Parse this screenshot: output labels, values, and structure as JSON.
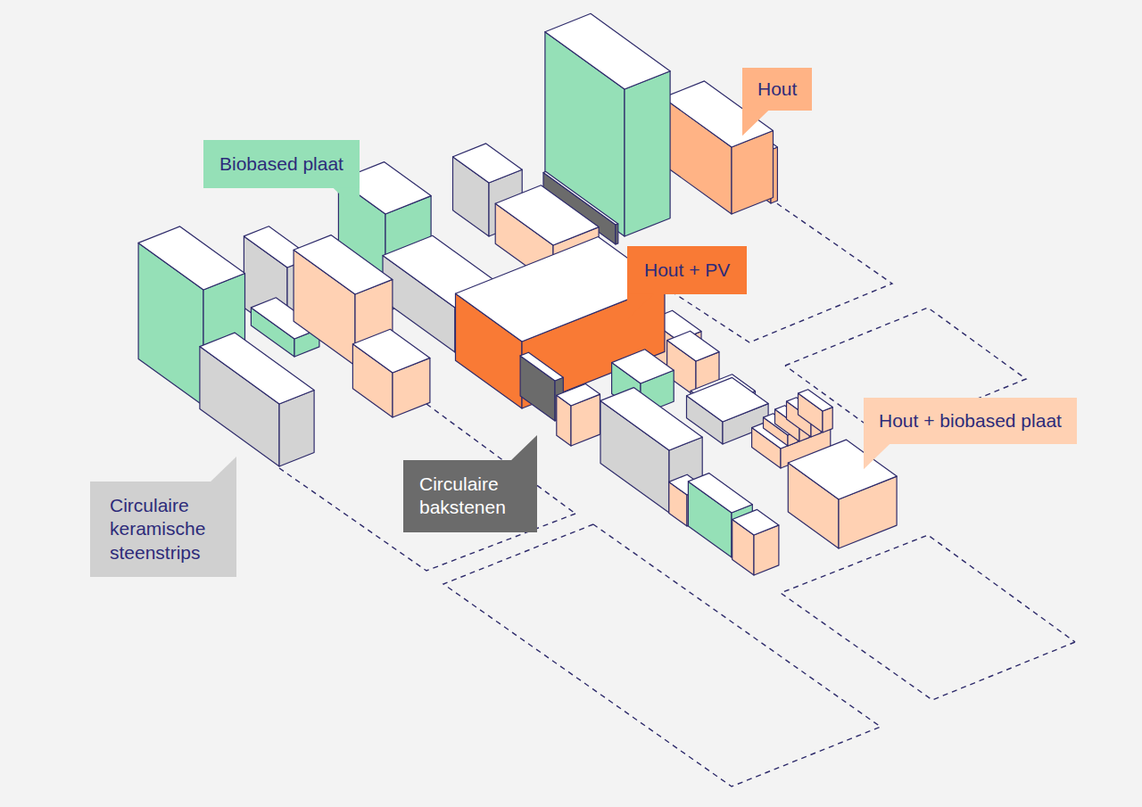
{
  "diagram": {
    "nodes": [
      {
        "text": [
          "Hout"
        ]
      },
      {
        "text": [
          "Biobased plaat"
        ]
      },
      {
        "text": [
          "Hout + PV"
        ]
      },
      {
        "text": [
          "Hout + biobased plaat"
        ]
      },
      {
        "text": [
          "Circulaire bakstenen"
        ]
      },
      {
        "text": [
          "Circulaire keramische steenstrips"
        ]
      }
    ]
  }
}
